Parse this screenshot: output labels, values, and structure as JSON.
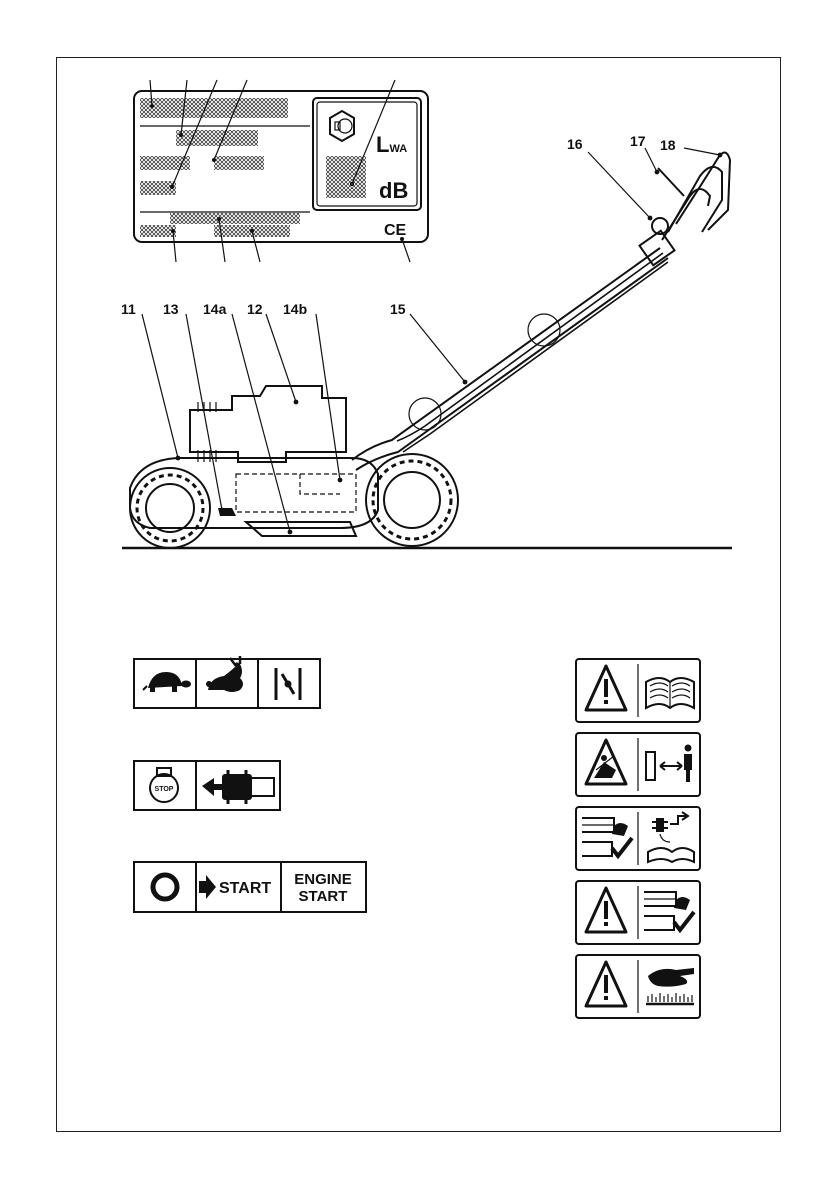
{
  "label_plate": {
    "lwa_prefix": "L",
    "lwa_subscript": "WA",
    "db_text": "dB",
    "ce_text": "CE"
  },
  "mower_callouts": {
    "c11": "11",
    "c13": "13",
    "c14a": "14a",
    "c12": "12",
    "c14b": "14b",
    "c15": "15",
    "c16": "16",
    "c17": "17",
    "c18": "18"
  },
  "speed_plate": {
    "icons": [
      "turtle-icon",
      "rabbit-icon",
      "choke-icon"
    ]
  },
  "stop_plate": {
    "stop_text": "STOP",
    "icons": [
      "stop-icon",
      "blade-brake-icon"
    ]
  },
  "start_plate": {
    "start_text": "START",
    "engine_start_line1": "ENGINE",
    "engine_start_line2": "START",
    "icons": [
      "off-circle-icon",
      "arrow-right-icon"
    ]
  },
  "warning_plates": [
    {
      "icons": [
        "warning-triangle-icon",
        "manual-book-icon"
      ]
    },
    {
      "icons": [
        "thrown-objects-icon",
        "keep-distance-icon"
      ]
    },
    {
      "icons": [
        "blade-hazard-icon",
        "disconnect-plug-icon"
      ]
    },
    {
      "icons": [
        "warning-triangle-icon",
        "blade-hazard-icon"
      ]
    },
    {
      "icons": [
        "warning-triangle-icon",
        "hand-grass-icon"
      ]
    }
  ],
  "colors": {
    "ink": "#111111",
    "background": "#ffffff"
  }
}
